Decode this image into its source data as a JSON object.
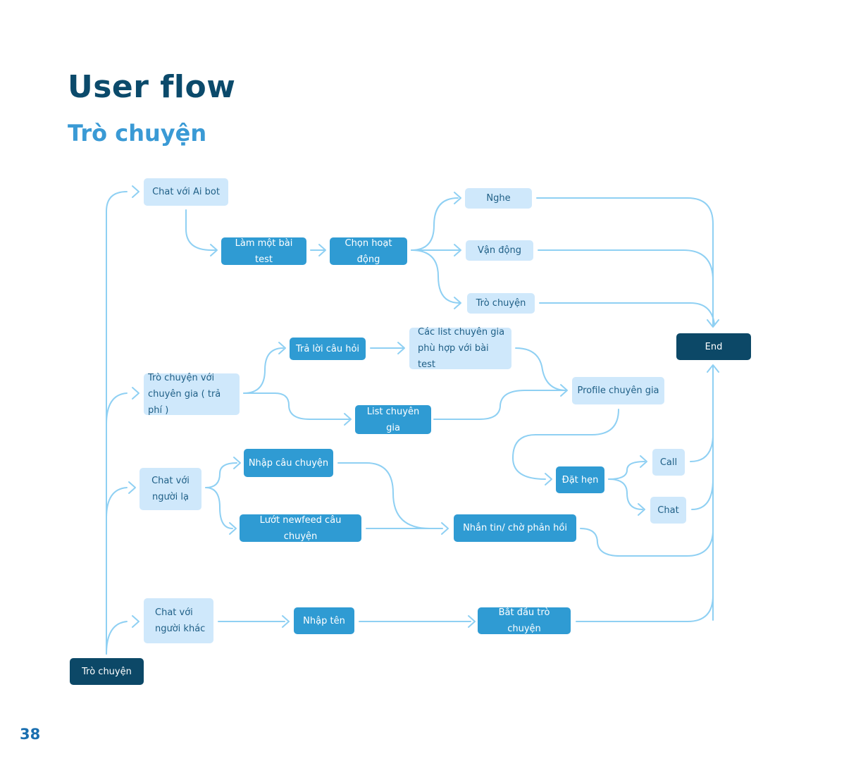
{
  "page": {
    "title": "User flow",
    "subtitle": "Trò chuyện",
    "page_number": "38"
  },
  "colors": {
    "title": "#0b4a6b",
    "subtitle": "#3a9ad5",
    "node_light": "#cfe8fb",
    "node_mid": "#2f9bd3",
    "node_dark": "#0c4867",
    "connector": "#8fd0f3"
  },
  "nodes": {
    "start": "Trò chuyện",
    "chat_ai_bot": "Chat với Ai bot",
    "do_test": "Làm một bài test",
    "choose_activity": "Chọn hoạt động",
    "listen": "Nghe",
    "exercise": "Vận động",
    "talk": "Trò chuyện",
    "end": "End",
    "chat_expert": "Trò chuyện với\nchuyên gia ( trả phí )",
    "answer_questions": "Trả lời câu hỏi",
    "matched_experts": "Các list chuyên gia\nphù hợp với bài test",
    "expert_list": "List chuyên gia",
    "expert_profile": "Profile chuyên gia",
    "book": "Đặt hẹn",
    "call": "Call",
    "chat": "Chat",
    "chat_strangers": "Chat với\nngười lạ",
    "enter_story": "Nhập câu chuyện",
    "browse_feed": "Lướt newfeed câu chuyện",
    "message_wait": "Nhắn tin/ chờ phản hồi",
    "chat_others": "Chat với\nngười khác",
    "enter_name": "Nhập tên",
    "start_chat": "Bắt đầu trò chuyện"
  }
}
